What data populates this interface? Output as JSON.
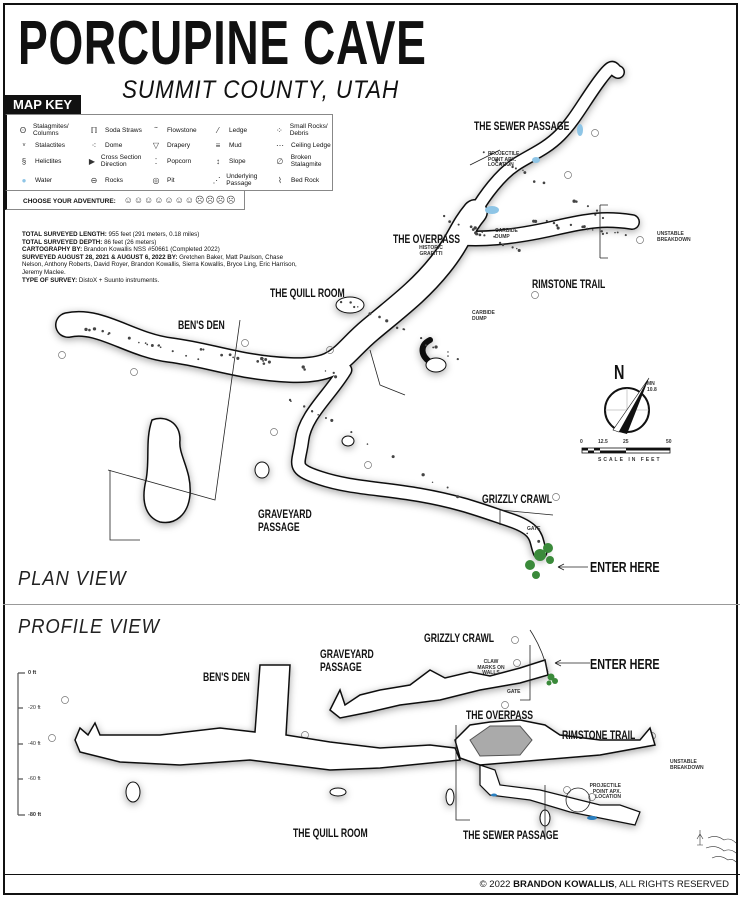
{
  "title": "PORCUPINE CAVE",
  "subtitle": "SUMMIT COUNTY, UTAH",
  "map_key": {
    "heading": "MAP KEY",
    "items": [
      {
        "label": "Stalagmites/ Columns",
        "icon": "stalagmite-icon"
      },
      {
        "label": "Soda Straws",
        "icon": "soda-straw-icon"
      },
      {
        "label": "Flowstone",
        "icon": "flowstone-icon"
      },
      {
        "label": "Ledge",
        "icon": "ledge-icon"
      },
      {
        "label": "Small Rocks/ Debris",
        "icon": "debris-icon"
      },
      {
        "label": "Stalactites",
        "icon": "stalactite-icon"
      },
      {
        "label": "Dome",
        "icon": "dome-icon"
      },
      {
        "label": "Drapery",
        "icon": "drapery-icon"
      },
      {
        "label": "Mud",
        "icon": "mud-icon"
      },
      {
        "label": "Ceiling Ledge",
        "icon": "ceiling-ledge-icon"
      },
      {
        "label": "Helictites",
        "icon": "helictite-icon"
      },
      {
        "label": "Cross Section Direction",
        "icon": "cross-section-icon"
      },
      {
        "label": "Popcorn",
        "icon": "popcorn-icon"
      },
      {
        "label": "Slope",
        "icon": "slope-icon"
      },
      {
        "label": "Broken Stalagmite",
        "icon": "broken-stalagmite-icon"
      },
      {
        "label": "Water",
        "icon": "water-icon"
      },
      {
        "label": "Rocks",
        "icon": "rocks-icon"
      },
      {
        "label": "Pit",
        "icon": "pit-icon"
      },
      {
        "label": "Underlying Passage",
        "icon": "underlying-passage-icon"
      },
      {
        "label": "Bed Rock",
        "icon": "bed-rock-icon"
      }
    ],
    "adventure_label": "CHOOSE YOUR ADVENTURE:",
    "adventure_faces": "☺☺☺☺☺☺☺☹☹☹☹"
  },
  "survey": {
    "length_label": "TOTAL SURVEYED LENGTH:",
    "length_value": "955 feet (291 meters, 0.18 miles)",
    "depth_label": "TOTAL SURVEYED DEPTH:",
    "depth_value": "86 feet (26 meters)",
    "carto_label": "CARTOGRAPHY BY:",
    "carto_value": "Brandon Kowallis NSS #50661 (Completed 2022)",
    "surveyed_label": "SURVEYED AUGUST 28, 2021 & AUGUST 6, 2022 BY:",
    "surveyed_value": "Gretchen Baker, Matt Paulson, Chase Nelson, Anthony Roberts, David Royer, Brandon Kowallis, Sierra Kowallis, Bryce Ling, Eric Harrison, Jeremy Maclee.",
    "type_label": "TYPE OF SURVEY:",
    "type_value": "DistoX + Suunto instruments."
  },
  "plan": {
    "view_label": "PLAN VIEW",
    "areas": {
      "sewer": "THE SEWER PASSAGE",
      "overpass": "THE OVERPASS",
      "rimstone": "RIMSTONE TRAIL",
      "quill": "THE QUILL ROOM",
      "bens_den": "BEN'S DEN",
      "graveyard": "GRAVEYARD PASSAGE",
      "grizzly": "GRIZZLY CRAWL"
    },
    "notes": {
      "projectile": "PROJECTILE POINT APX. LOCATION",
      "carbide1": "CARBIDE DUMP",
      "carbide2": "CARBIDE DUMP",
      "graffiti": "HISTORIC GRAFITTI",
      "unstable": "UNSTABLE BREAKDOWN",
      "gate": "GATE"
    },
    "enter": "ENTER HERE",
    "compass": {
      "north": "N",
      "mn": "MN",
      "declination": "10.8"
    },
    "scale": {
      "ticks": [
        "0",
        "12.5",
        "25",
        "50"
      ],
      "label": "SCALE IN FEET"
    }
  },
  "profile": {
    "view_label": "PROFILE VIEW",
    "depth_ticks": [
      "0 ft",
      "-20 ft",
      "-40 ft",
      "-60 ft",
      "-80 ft"
    ],
    "areas": {
      "bens_den": "BEN'S DEN",
      "graveyard": "GRAVEYARD PASSAGE",
      "grizzly": "GRIZZLY CRAWL",
      "overpass": "THE OVERPASS",
      "rimstone": "RIMSTONE TRAIL",
      "quill": "THE QUILL ROOM",
      "sewer": "THE SEWER PASSAGE"
    },
    "notes": {
      "claw": "CLAW MARKS ON WALLS",
      "gate": "GATE",
      "unstable": "UNSTABLE BREAKDOWN",
      "projectile": "PROJECTILE POINT APX. LOCATION"
    },
    "enter": "ENTER HERE"
  },
  "copyright_prefix": "© 2022",
  "copyright_name": "BRANDON KOWALLIS",
  "copyright_suffix": ", ALL RIGHTS RESERVED",
  "colors": {
    "water": "#8ec5e6",
    "entrance_vegetation": "#3a8a3a",
    "chamber_fill": "#aaaaaa",
    "ink": "#111111"
  }
}
